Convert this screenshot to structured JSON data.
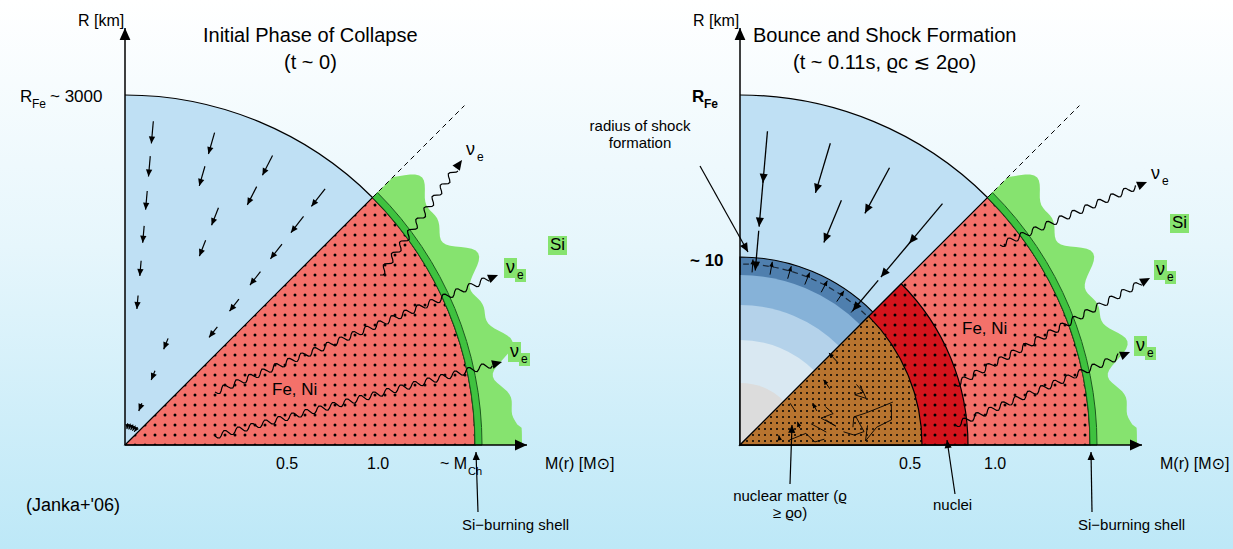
{
  "diagram": {
    "labels": [
      "R [km]",
      "Initial Phase of Collapse",
      "(t ~ 0)",
      "R",
      "Fe",
      "~ 3000",
      "Fe, Ni",
      "Si",
      "ν",
      "e",
      "ν",
      "e",
      "ν",
      "e",
      "0.5",
      "1.0",
      "~ M",
      "Ch",
      "M(r) [M⊙]",
      "(Janka+'06)",
      "Si−burning shell",
      "R [km]",
      "Bounce and Shock Formation",
      "(t ~ 0.11s, ϱc ≲ 2ϱo)",
      "R",
      "Fe",
      "radius of shock formation",
      "~ 10",
      "Si",
      "ν",
      "e",
      "ν",
      "e",
      "ν",
      "e",
      "Fe, Ni",
      "0.5",
      "1.0",
      "M(r) [M⊙]",
      "nuclear matter (ϱ ≥ ϱo)",
      "nuclei",
      "Si−burning shell"
    ]
  }
}
